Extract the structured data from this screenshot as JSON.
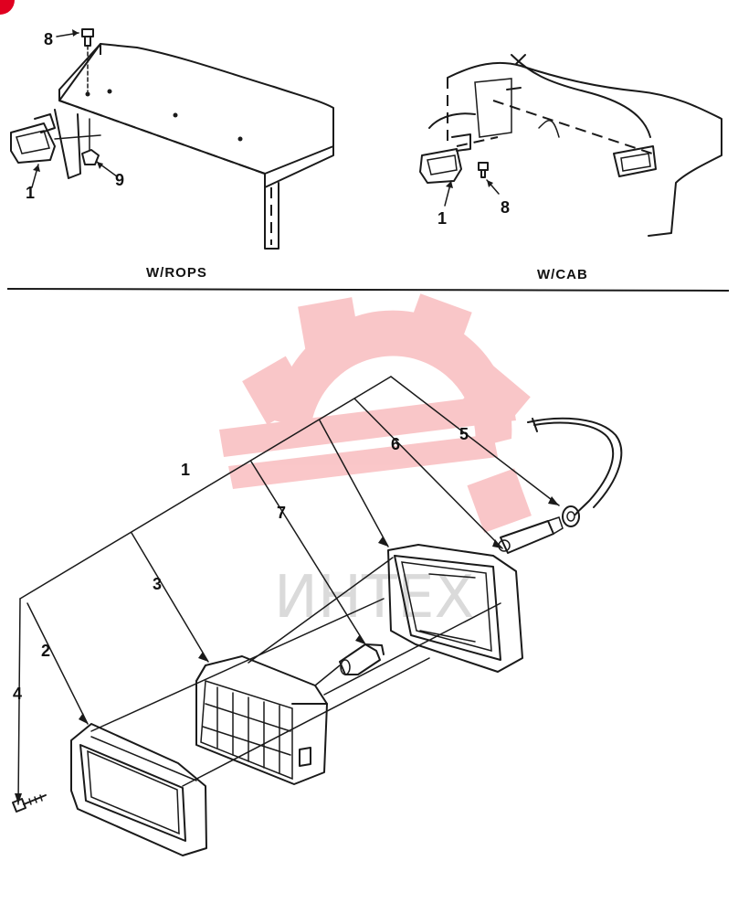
{
  "top_left_view": {
    "caption": "W/ROPS",
    "callouts": [
      "8",
      "1",
      "9"
    ]
  },
  "top_right_view": {
    "caption": "W/CAB",
    "callouts": [
      "1",
      "8"
    ]
  },
  "exploded_view": {
    "callouts": [
      "1",
      "2",
      "3",
      "4",
      "5",
      "6",
      "7"
    ]
  },
  "watermark": {
    "text": "ИНТЕХ",
    "logo_color": "#e8000a"
  },
  "colors": {
    "ink": "#1a1a1a",
    "corner_mark": "#e00020"
  }
}
